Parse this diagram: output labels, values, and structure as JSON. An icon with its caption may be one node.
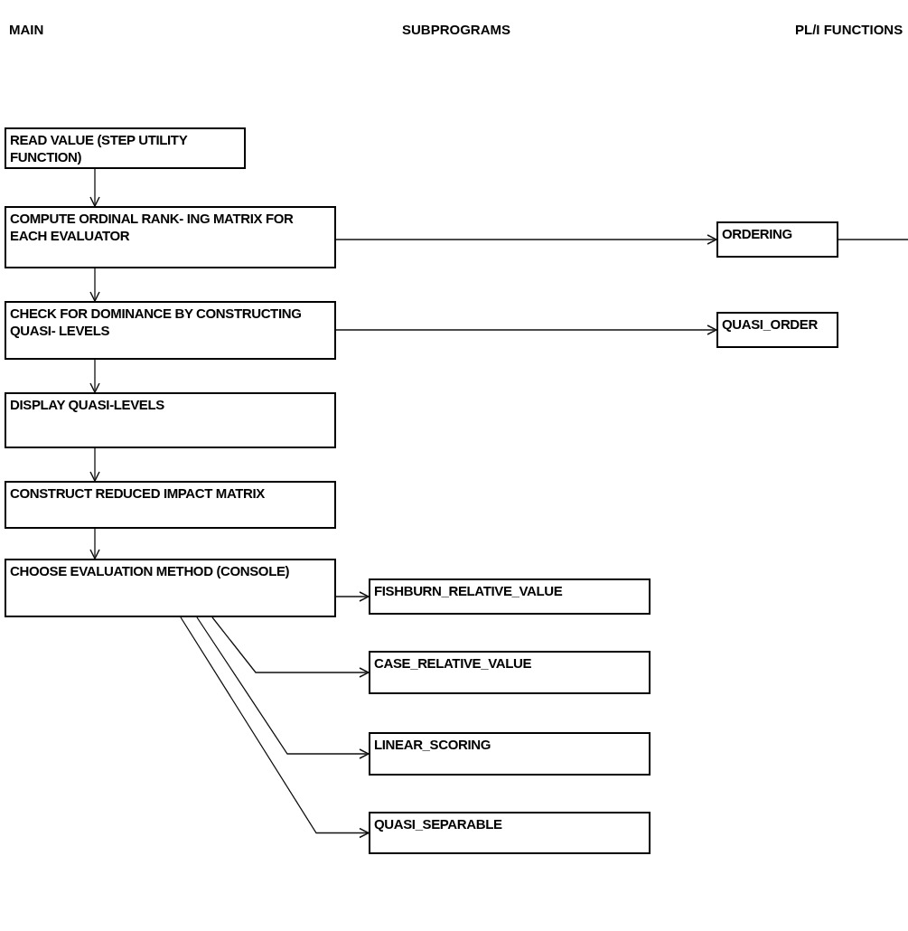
{
  "diagram": {
    "nodes": [
      {
        "text": [
          "READ VALUE (STEP UTILITY FUNCTION)"
        ]
      },
      {
        "text": [
          "COMPUTE ORDINAL RANK- ING MATRIX FOR EACH EVALUATOR"
        ]
      },
      {
        "text": [
          "CHECK FOR DOMINANCE BY CONSTRUCTING QUASI- LEVELS"
        ]
      },
      {
        "text": [
          "DISPLAY QUASI-LEVELS"
        ]
      },
      {
        "text": [
          "CONSTRUCT REDUCED IMPACT MATRIX"
        ]
      },
      {
        "text": [
          "CHOOSE EVALUATION METHOD (CONSOLE)"
        ]
      },
      {
        "text": [
          "ORDERING"
        ]
      },
      {
        "text": [
          "QUASI_ORDER"
        ]
      },
      {
        "text": [
          "FISHBURN_RELATIVE_VALUE"
        ]
      },
      {
        "text": [
          "CASE_RELATIVE_VALUE"
        ]
      },
      {
        "text": [
          "LINEAR_SCORING"
        ]
      },
      {
        "text": [
          "QUASI_SEPARABLE"
        ]
      }
    ],
    "edges": [
      {
        "from": 0,
        "to": 1,
        "arrow": "to"
      },
      {
        "from": 1,
        "to": 2,
        "arrow": "to"
      },
      {
        "from": 2,
        "to": 3,
        "arrow": "to"
      },
      {
        "from": 3,
        "to": 4,
        "arrow": "to"
      },
      {
        "from": 4,
        "to": 5,
        "arrow": "to"
      },
      {
        "from": 1,
        "to": 6,
        "arrow": "to"
      },
      {
        "from": 6,
        "to": null,
        "arrow": "none"
      },
      {
        "from": 2,
        "to": 7,
        "arrow": "to"
      },
      {
        "from": 5,
        "to": 8,
        "arrow": "to"
      },
      {
        "from": 5,
        "to": 9,
        "arrow": "to"
      },
      {
        "from": 5,
        "to": 10,
        "arrow": "to"
      },
      {
        "from": 5,
        "to": 11,
        "arrow": "to"
      }
    ],
    "labels": [
      "MAIN",
      "SUBPROGRAMS",
      "PL/I FUNCTIONS"
    ]
  }
}
